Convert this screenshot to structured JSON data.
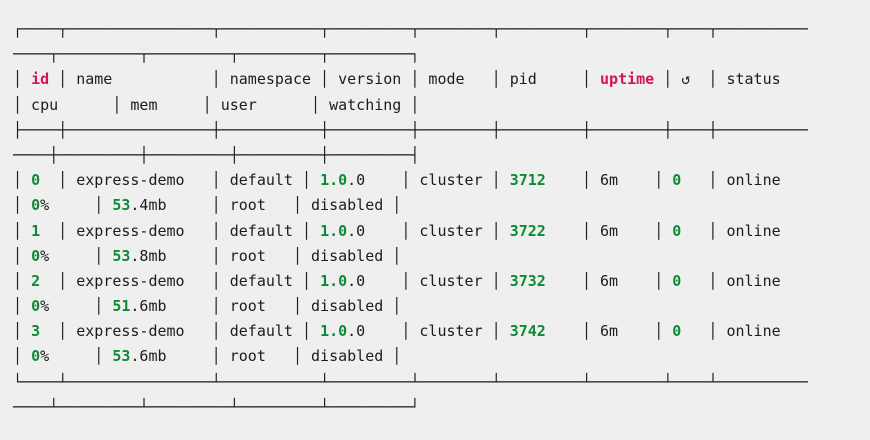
{
  "app": {
    "description": "pm2 process list terminal output"
  },
  "theme": {
    "bg": "#efefef",
    "fg": "#1c1c1c",
    "red": "#d2174c",
    "green": "#0e8a34"
  },
  "process_table": {
    "headers": [
      "id",
      "name",
      "namespace",
      "version",
      "mode",
      "pid",
      "uptime",
      "↺",
      "status",
      "cpu",
      "mem",
      "user",
      "watching"
    ],
    "rows": [
      {
        "id": "0",
        "name": "express-demo",
        "namespace": "default",
        "version": "1.0.0",
        "mode": "cluster",
        "pid": "3712",
        "uptime": "6m",
        "restarts": "0",
        "status": "online",
        "cpu": "0%",
        "mem": "53.4mb",
        "user": "root",
        "watching": "disabled"
      },
      {
        "id": "1",
        "name": "express-demo",
        "namespace": "default",
        "version": "1.0.0",
        "mode": "cluster",
        "pid": "3722",
        "uptime": "6m",
        "restarts": "0",
        "status": "online",
        "cpu": "0%",
        "mem": "53.8mb",
        "user": "root",
        "watching": "disabled"
      },
      {
        "id": "2",
        "name": "express-demo",
        "namespace": "default",
        "version": "1.0.0",
        "mode": "cluster",
        "pid": "3732",
        "uptime": "6m",
        "restarts": "0",
        "status": "online",
        "cpu": "0%",
        "mem": "51.6mb",
        "user": "root",
        "watching": "disabled"
      },
      {
        "id": "3",
        "name": "express-demo",
        "namespace": "default",
        "version": "1.0.0",
        "mode": "cluster",
        "pid": "3742",
        "uptime": "6m",
        "restarts": "0",
        "status": "online",
        "cpu": "0%",
        "mem": "53.6mb",
        "user": "root",
        "watching": "disabled"
      }
    ]
  },
  "screen_lines": [
    [
      {
        "t": "┌────┬────────────────┬───────────┬─────────┬────────┬─────────┬────────┬────┬──────────",
        "c": "fg"
      }
    ],
    [
      {
        "t": "────┬─────────┬─────────┬─────────┬─────────┐",
        "c": "fg"
      }
    ],
    [
      {
        "t": "│ ",
        "c": "fg"
      },
      {
        "t": "id",
        "c": "red"
      },
      {
        "t": " │ name           │ namespace │ version │ mode   │ pid     │ ",
        "c": "fg"
      },
      {
        "t": "uptime",
        "c": "red"
      },
      {
        "t": " │ ↺  │ status   ",
        "c": "fg"
      }
    ],
    [
      {
        "t": "│ cpu      │ mem     │ user      │ watching │",
        "c": "fg"
      }
    ],
    [
      {
        "t": "├────┼────────────────┼───────────┼─────────┼────────┼─────────┼────────┼────┼──────────",
        "c": "fg"
      }
    ],
    [
      {
        "t": "────┼─────────┼─────────┼─────────┼─────────┤",
        "c": "fg"
      }
    ],
    [
      {
        "t": "│ ",
        "c": "fg"
      },
      {
        "t": "0",
        "c": "green"
      },
      {
        "t": "  │ express-demo   │ default │ ",
        "c": "fg"
      },
      {
        "t": "1.0",
        "c": "green"
      },
      {
        "t": ".0",
        "c": "fg"
      },
      {
        "t": "    │ cluster │ ",
        "c": "fg"
      },
      {
        "t": "3712",
        "c": "green"
      },
      {
        "t": "    │ 6m    │ ",
        "c": "fg"
      },
      {
        "t": "0",
        "c": "green"
      },
      {
        "t": "   │ online   ",
        "c": "fg"
      }
    ],
    [
      {
        "t": "│ ",
        "c": "fg"
      },
      {
        "t": "0",
        "c": "green"
      },
      {
        "t": "%     │ ",
        "c": "fg"
      },
      {
        "t": "53",
        "c": "green"
      },
      {
        "t": ".4mb     │ root   │ disabled │",
        "c": "fg"
      }
    ],
    [
      {
        "t": "│ ",
        "c": "fg"
      },
      {
        "t": "1",
        "c": "green"
      },
      {
        "t": "  │ express-demo   │ default │ ",
        "c": "fg"
      },
      {
        "t": "1.0",
        "c": "green"
      },
      {
        "t": ".0",
        "c": "fg"
      },
      {
        "t": "    │ cluster │ ",
        "c": "fg"
      },
      {
        "t": "3722",
        "c": "green"
      },
      {
        "t": "    │ 6m    │ ",
        "c": "fg"
      },
      {
        "t": "0",
        "c": "green"
      },
      {
        "t": "   │ online   ",
        "c": "fg"
      }
    ],
    [
      {
        "t": "│ ",
        "c": "fg"
      },
      {
        "t": "0",
        "c": "green"
      },
      {
        "t": "%     │ ",
        "c": "fg"
      },
      {
        "t": "53",
        "c": "green"
      },
      {
        "t": ".8mb     │ root   │ disabled │",
        "c": "fg"
      }
    ],
    [
      {
        "t": "│ ",
        "c": "fg"
      },
      {
        "t": "2",
        "c": "green"
      },
      {
        "t": "  │ express-demo   │ default │ ",
        "c": "fg"
      },
      {
        "t": "1.0",
        "c": "green"
      },
      {
        "t": ".0",
        "c": "fg"
      },
      {
        "t": "    │ cluster │ ",
        "c": "fg"
      },
      {
        "t": "3732",
        "c": "green"
      },
      {
        "t": "    │ 6m    │ ",
        "c": "fg"
      },
      {
        "t": "0",
        "c": "green"
      },
      {
        "t": "   │ online   ",
        "c": "fg"
      }
    ],
    [
      {
        "t": "│ ",
        "c": "fg"
      },
      {
        "t": "0",
        "c": "green"
      },
      {
        "t": "%     │ ",
        "c": "fg"
      },
      {
        "t": "51",
        "c": "green"
      },
      {
        "t": ".6mb     │ root   │ disabled │",
        "c": "fg"
      }
    ],
    [
      {
        "t": "│ ",
        "c": "fg"
      },
      {
        "t": "3",
        "c": "green"
      },
      {
        "t": "  │ express-demo   │ default │ ",
        "c": "fg"
      },
      {
        "t": "1.0",
        "c": "green"
      },
      {
        "t": ".0",
        "c": "fg"
      },
      {
        "t": "    │ cluster │ ",
        "c": "fg"
      },
      {
        "t": "3742",
        "c": "green"
      },
      {
        "t": "    │ 6m    │ ",
        "c": "fg"
      },
      {
        "t": "0",
        "c": "green"
      },
      {
        "t": "   │ online   ",
        "c": "fg"
      }
    ],
    [
      {
        "t": "│ ",
        "c": "fg"
      },
      {
        "t": "0",
        "c": "green"
      },
      {
        "t": "%     │ ",
        "c": "fg"
      },
      {
        "t": "53",
        "c": "green"
      },
      {
        "t": ".6mb     │ root   │ disabled │",
        "c": "fg"
      }
    ],
    [
      {
        "t": "└────┴────────────────┴───────────┴─────────┴────────┴─────────┴────────┴────┴──────────",
        "c": "fg"
      }
    ],
    [
      {
        "t": "────┴─────────┴─────────┴─────────┴─────────┘",
        "c": "fg"
      }
    ]
  ]
}
